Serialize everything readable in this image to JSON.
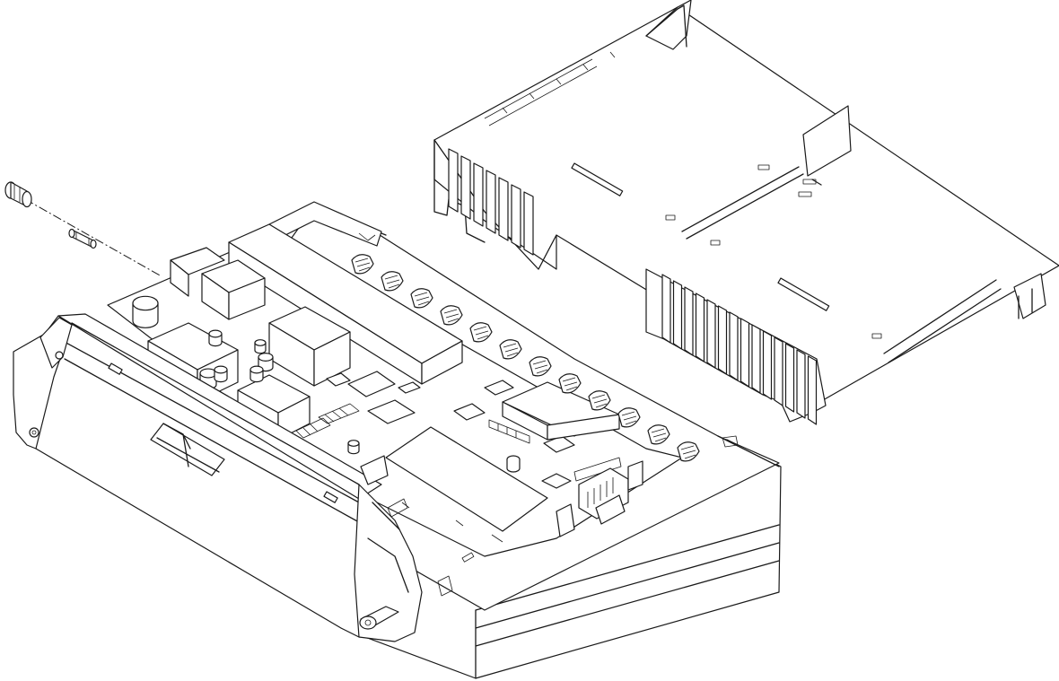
{
  "drawing": {
    "background": "#ffffff",
    "stroke_color": "#1a1a1a",
    "parts": [
      "top-cover",
      "base-housing",
      "front-panel",
      "main-circuit-board",
      "sub-board",
      "fuse",
      "fuse-cap"
    ]
  }
}
